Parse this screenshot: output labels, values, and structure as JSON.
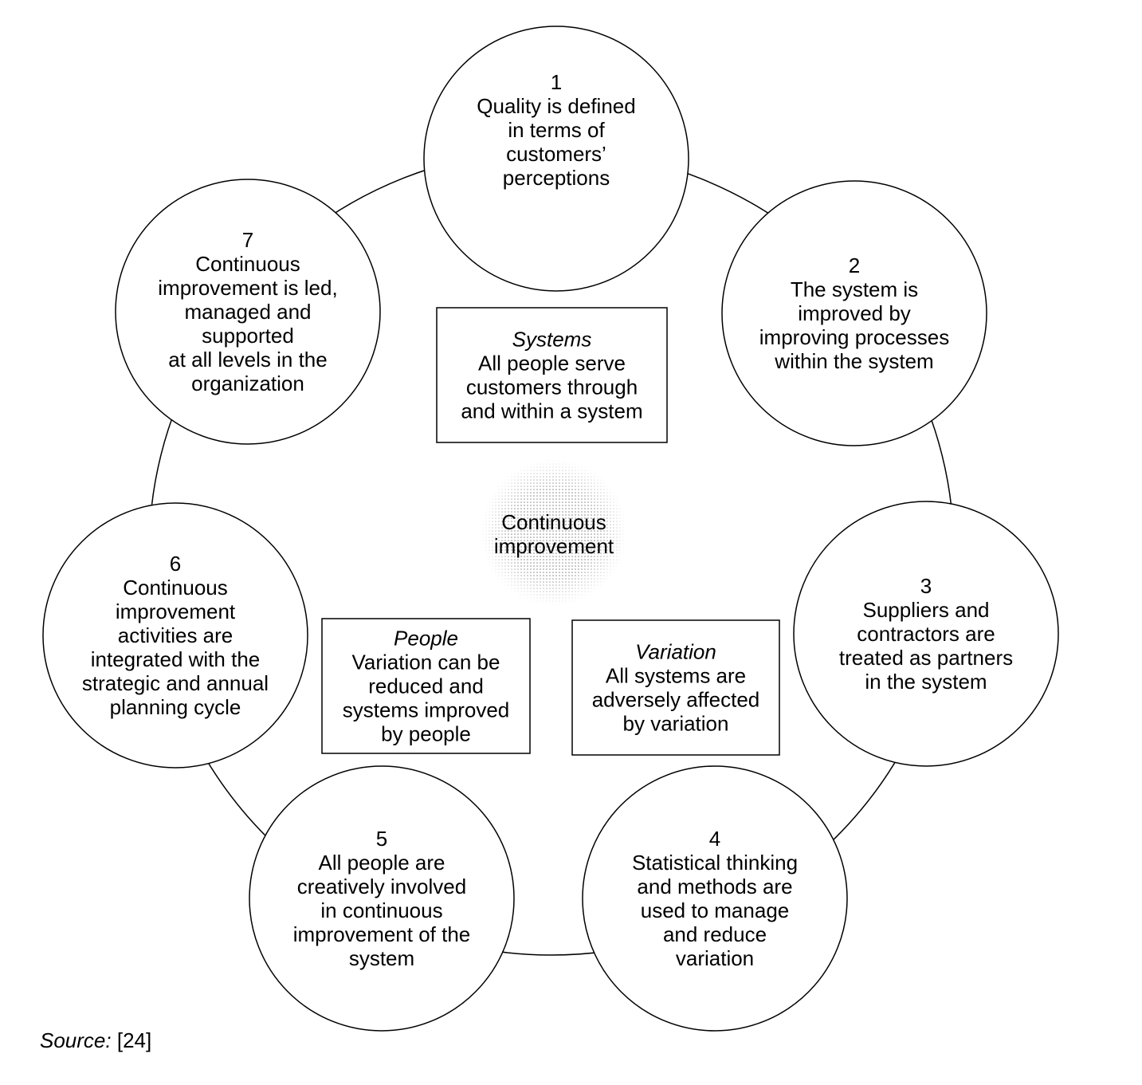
{
  "center": {
    "lines": [
      "Continuous",
      "improvement"
    ]
  },
  "principles": [
    {
      "number": "1",
      "lines": [
        "Quality is defined",
        "in terms of",
        "customers’",
        "perceptions"
      ]
    },
    {
      "number": "2",
      "lines": [
        "The system is",
        "improved by",
        "improving processes",
        "within the system"
      ]
    },
    {
      "number": "3",
      "lines": [
        "Suppliers and",
        "contractors are",
        "treated as partners",
        "in the system"
      ]
    },
    {
      "number": "4",
      "lines": [
        "Statistical thinking",
        "and methods are",
        "used to manage",
        "and reduce",
        "variation"
      ]
    },
    {
      "number": "5",
      "lines": [
        "All people are",
        "creatively involved",
        "in continuous",
        "improvement of the",
        "system"
      ]
    },
    {
      "number": "6",
      "lines": [
        "Continuous",
        "improvement",
        "activities are",
        "integrated with the",
        "strategic and annual",
        "planning cycle"
      ]
    },
    {
      "number": "7",
      "lines": [
        "Continuous",
        "improvement is led,",
        "managed and",
        "supported",
        "at all levels in the",
        "organization"
      ]
    }
  ],
  "boxes": [
    {
      "title": "Systems",
      "lines": [
        "All people serve",
        "customers through",
        "and within a system"
      ]
    },
    {
      "title": "People",
      "lines": [
        "Variation can be",
        "reduced and",
        "systems improved",
        "by people"
      ]
    },
    {
      "title": "Variation",
      "lines": [
        "All systems are",
        "adversely affected",
        "by variation"
      ]
    }
  ],
  "source": {
    "label": "Source:",
    "ref": "[24]"
  }
}
